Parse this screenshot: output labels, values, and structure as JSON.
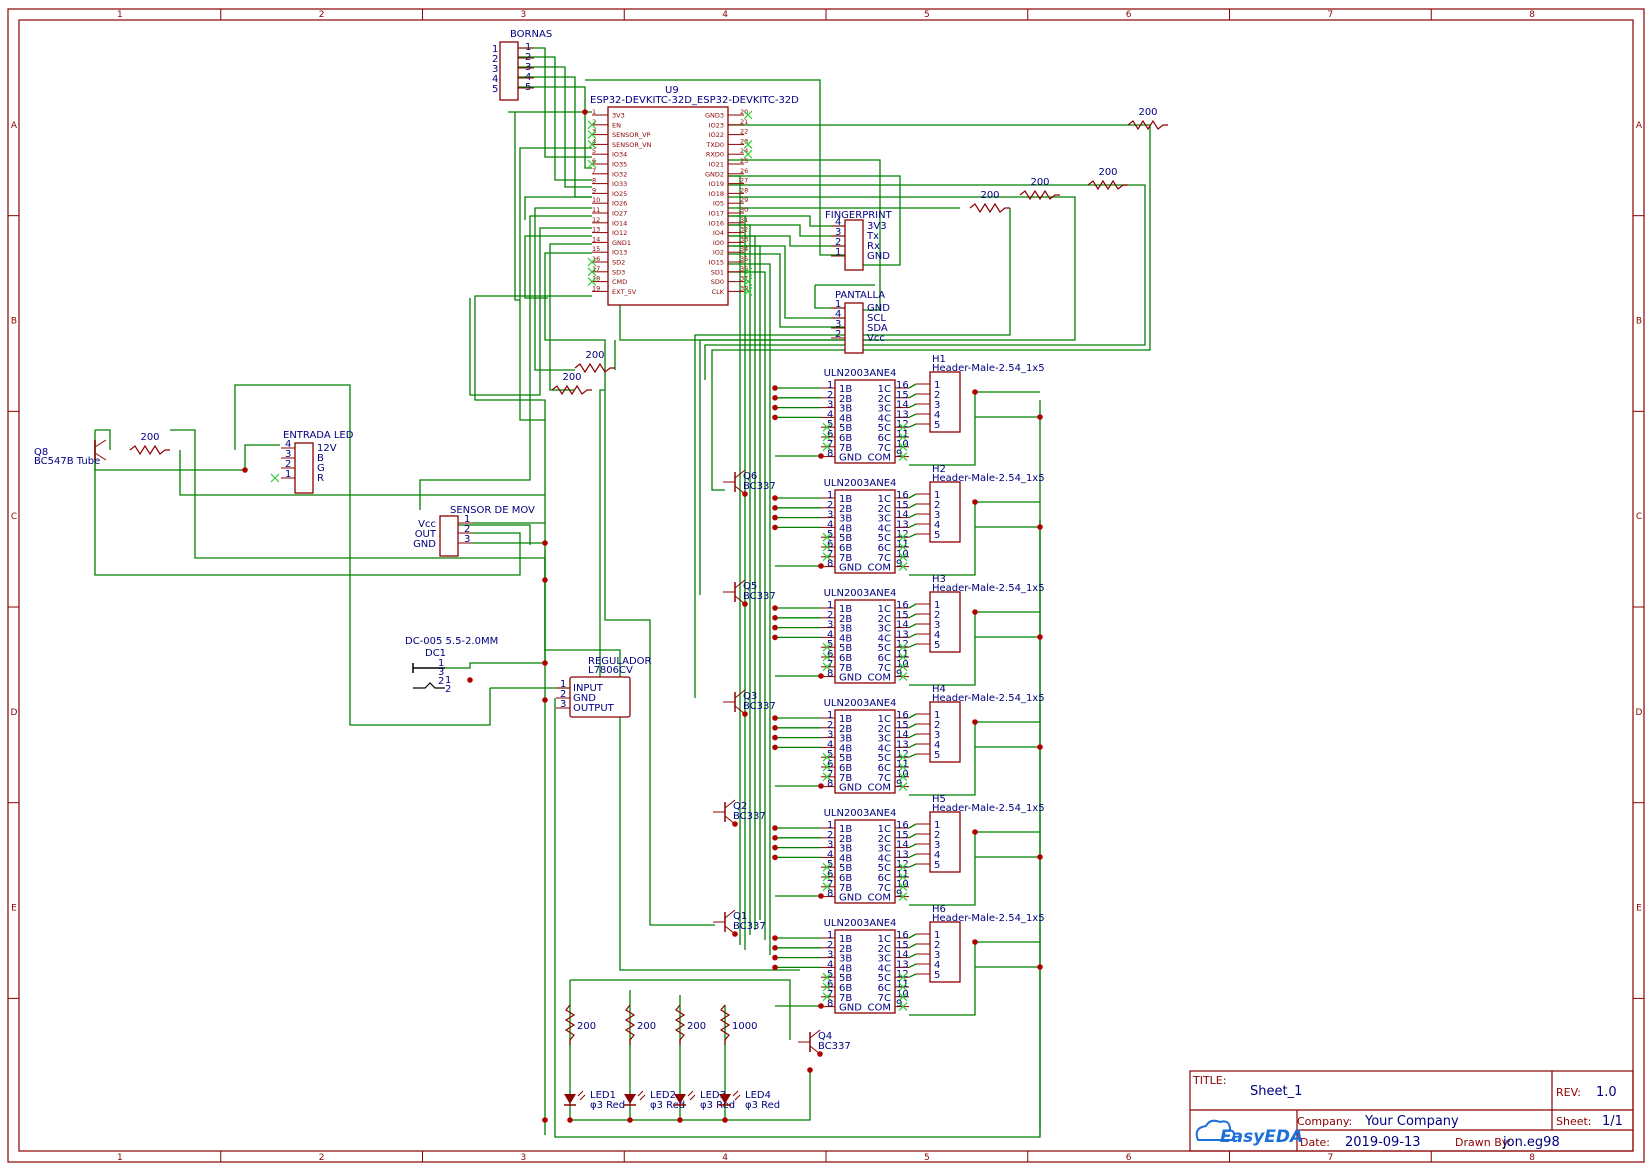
{
  "frame": {
    "col_labels": [
      "1",
      "2",
      "3",
      "4",
      "5",
      "6",
      "7",
      "8"
    ],
    "row_labels": [
      "A",
      "B",
      "C",
      "D",
      "E"
    ]
  },
  "title_block": {
    "title_label": "TITLE:",
    "title": "Sheet_1",
    "rev_label": "REV:",
    "rev": "1.0",
    "company_label": "Company:",
    "company": "Your Company",
    "sheet_label": "Sheet:",
    "sheet": "1/1",
    "date_label": "Date:",
    "date": "2019-09-13",
    "drawn_label": "Drawn By:",
    "drawn_by": "jon.eg98",
    "logo": "EasyEDA"
  },
  "u9": {
    "ref": "U9",
    "value": "ESP32-DEVKITC-32D_ESP32-DEVKITC-32D",
    "left_pins": [
      "3V3",
      "EN",
      "SENSOR_VP",
      "SENSOR_VN",
      "IO34",
      "IO35",
      "IO32",
      "IO33",
      "IO25",
      "IO26",
      "IO27",
      "IO14",
      "IO12",
      "GND1",
      "IO13",
      "SD2",
      "SD3",
      "CMD",
      "EXT_5V"
    ],
    "right_pins": [
      "GND3",
      "IO23",
      "IO22",
      "TXD0",
      "RXD0",
      "IO21",
      "GND2",
      "IO19",
      "IO18",
      "IO5",
      "IO17",
      "IO16",
      "IO4",
      "IO0",
      "IO2",
      "IO15",
      "SD1",
      "SD0",
      "CLK"
    ]
  },
  "bornas": {
    "name": "BORNAS",
    "pins": [
      "1",
      "2",
      "3",
      "4",
      "5"
    ]
  },
  "fingerprint": {
    "name": "FINGERPRINT",
    "pin_nums": [
      "4",
      "3",
      "2",
      "1"
    ],
    "pin_names": [
      "3V3",
      "Tx",
      "Rx",
      "GND"
    ]
  },
  "pantalla": {
    "name": "PANTALLA",
    "pin_nums": [
      "1",
      "4",
      "3",
      "2"
    ],
    "pin_names": [
      "GND",
      "SCL",
      "SDA",
      "Vcc"
    ]
  },
  "entrada_led": {
    "name": "ENTRADA LED",
    "pin_nums": [
      "4",
      "3",
      "2",
      "1"
    ],
    "pin_names": [
      "12V",
      "B",
      "G",
      "R"
    ]
  },
  "sensor": {
    "name": "SENSOR DE MOV",
    "pin_names": [
      "Vcc",
      "OUT",
      "GND"
    ],
    "pin_nums": [
      "1",
      "2",
      "3"
    ]
  },
  "regulador": {
    "name": "REGULADOR",
    "value": "L7806CV",
    "pin_nums": [
      "1",
      "2",
      "3"
    ],
    "pin_names": [
      "INPUT",
      "GND",
      "OUTPUT"
    ]
  },
  "dc1": {
    "value": "DC-005 5.5-2.0MM",
    "ref": "DC1",
    "pin_nums": [
      "1",
      "3",
      "2"
    ],
    "pin_nums_b": [
      "1",
      "2"
    ]
  },
  "q8": {
    "ref": "Q8",
    "value": "BC547B Tube"
  },
  "uln": {
    "name": "ULN2003ANE4",
    "left_nums": [
      "1",
      "2",
      "3",
      "4",
      "5",
      "6",
      "7",
      "8"
    ],
    "left_names": [
      "1B",
      "2B",
      "3B",
      "4B",
      "5B",
      "6B",
      "7B",
      "GND"
    ],
    "right_nums": [
      "16",
      "15",
      "14",
      "13",
      "12",
      "11",
      "10",
      "9"
    ],
    "right_names": [
      "1C",
      "2C",
      "3C",
      "4C",
      "5C",
      "6C",
      "7C",
      "COM"
    ]
  },
  "header": {
    "value": "Header-Male-2.54_1x5",
    "refs": [
      "H1",
      "H2",
      "H3",
      "H4",
      "H5",
      "H6"
    ],
    "pins": [
      "1",
      "2",
      "3",
      "4",
      "5"
    ]
  },
  "transistors": [
    {
      "ref": "Q6",
      "value": "BC337"
    },
    {
      "ref": "Q5",
      "value": "BC337"
    },
    {
      "ref": "Q3",
      "value": "BC337"
    },
    {
      "ref": "Q2",
      "value": "BC337"
    },
    {
      "ref": "Q1",
      "value": "BC337"
    },
    {
      "ref": "Q4",
      "value": "BC337"
    }
  ],
  "resistors": [
    "200",
    "200",
    "200",
    "200",
    "200",
    "200",
    "200",
    "200",
    "200",
    "200",
    "1000"
  ],
  "leds": [
    {
      "ref": "LED1",
      "value": "φ3 Red"
    },
    {
      "ref": "LED2",
      "value": "φ3 Red"
    },
    {
      "ref": "LED3",
      "value": "φ3 Red"
    },
    {
      "ref": "LED4",
      "value": "φ3 Red"
    }
  ],
  "colors": {
    "frame": "#8b0000",
    "wire": "#008000",
    "text": "#000080",
    "noconnect": "#32cd32"
  }
}
